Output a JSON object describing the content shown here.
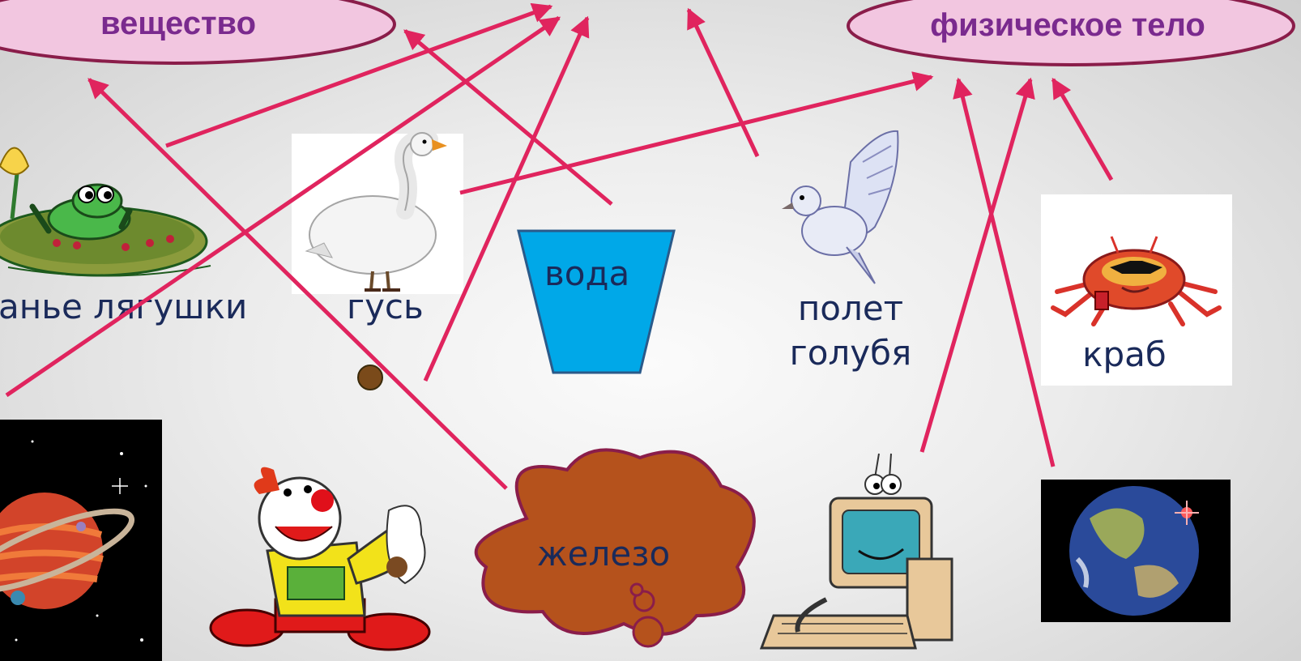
{
  "categories": {
    "left": "вещество",
    "right": "физическое тело"
  },
  "items": {
    "frog": "анье лягушки",
    "goose": "гусь",
    "water": "вода",
    "dove_line1": "полет",
    "dove_line2": "голубя",
    "crab": "краб",
    "iron": "железо"
  },
  "pictures": [
    "frog-on-lily-pad-icon",
    "goose-icon",
    "dove-icon",
    "crab-icon",
    "planet-saturn-icon",
    "clown-icon",
    "computer-icon",
    "earth-icon"
  ],
  "colors": {
    "arrow": "#e0245e",
    "oval_fill": "#f2c6e0",
    "oval_text": "#7a2a8e",
    "water": "#00a8e8",
    "cloud": "#b5521c"
  }
}
